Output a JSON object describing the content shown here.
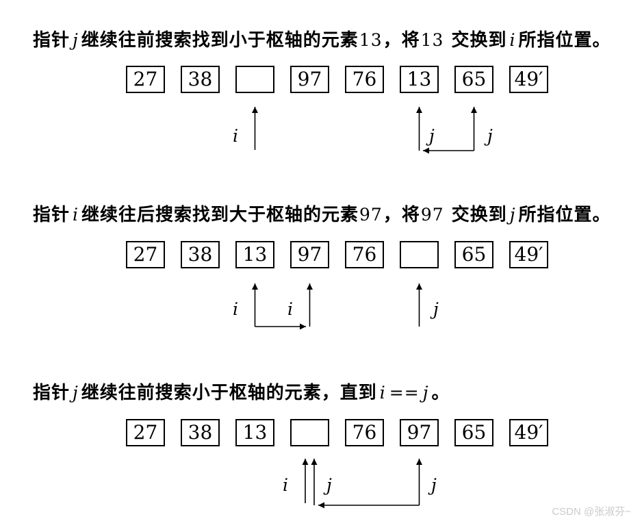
{
  "colors": {
    "background": "#ffffff",
    "foreground": "#000000",
    "watermark": "#cbcbcb"
  },
  "watermark": {
    "text": "CSDN @张淑芬~"
  },
  "sections": [
    {
      "heading_parts": [
        {
          "t": "指针"
        },
        {
          "t": "j",
          "s": "var"
        },
        {
          "t": "继续往前搜索找到小于枢轴的元素"
        },
        {
          "t": "13",
          "s": "num"
        },
        {
          "t": "，将"
        },
        {
          "t": "13",
          "s": "num"
        },
        {
          "t": " 交换到"
        },
        {
          "t": "i",
          "s": "var"
        },
        {
          "t": "所指位置。"
        }
      ],
      "boxes": [
        "27",
        "38",
        "",
        "97",
        "76",
        "13",
        "65",
        "49′"
      ],
      "labels": [
        "i",
        "j",
        "j"
      ]
    },
    {
      "heading_parts": [
        {
          "t": "指针"
        },
        {
          "t": "i",
          "s": "var"
        },
        {
          "t": "继续往后搜索找到大于枢轴的元素"
        },
        {
          "t": "97",
          "s": "num"
        },
        {
          "t": "，将"
        },
        {
          "t": "97",
          "s": "num"
        },
        {
          "t": " 交换到"
        },
        {
          "t": "j",
          "s": "var"
        },
        {
          "t": "所指位置。"
        }
      ],
      "boxes": [
        "27",
        "38",
        "13",
        "97",
        "76",
        "",
        "65",
        "49′"
      ],
      "labels": [
        "i",
        "i",
        "j"
      ]
    },
    {
      "heading_parts": [
        {
          "t": "指针"
        },
        {
          "t": "j",
          "s": "var"
        },
        {
          "t": "继续往前搜索小于枢轴的元素，直到"
        },
        {
          "t": "i",
          "s": "var"
        },
        {
          "t": "==",
          "s": "num"
        },
        {
          "t": "j",
          "s": "var"
        },
        {
          "t": "。"
        }
      ],
      "boxes": [
        "27",
        "38",
        "13",
        "",
        "76",
        "97",
        "65",
        "49′"
      ],
      "labels": [
        "i",
        "j",
        "j"
      ]
    }
  ]
}
